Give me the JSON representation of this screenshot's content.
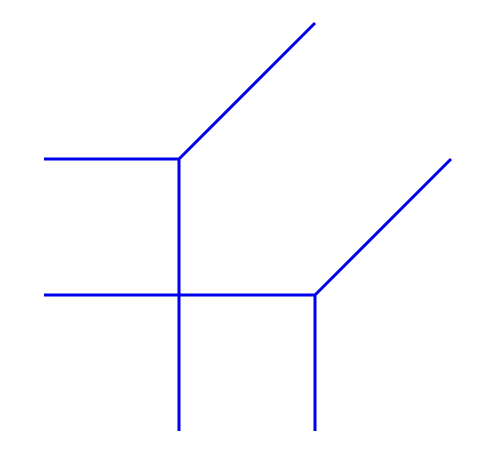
{
  "diagram": {
    "type": "line-diagram",
    "colors": {
      "stroke": "#0000ee",
      "background": "#ffffff"
    },
    "curves": [
      {
        "name": "left-vertex-curve",
        "vertex": [
          0,
          0
        ],
        "branches": [
          "west",
          "south",
          "northeast"
        ]
      },
      {
        "name": "right-vertex-curve",
        "vertex": [
          1,
          -1
        ],
        "branches": [
          "west",
          "south",
          "northeast"
        ]
      }
    ],
    "crossing": [
      0,
      -1
    ]
  }
}
